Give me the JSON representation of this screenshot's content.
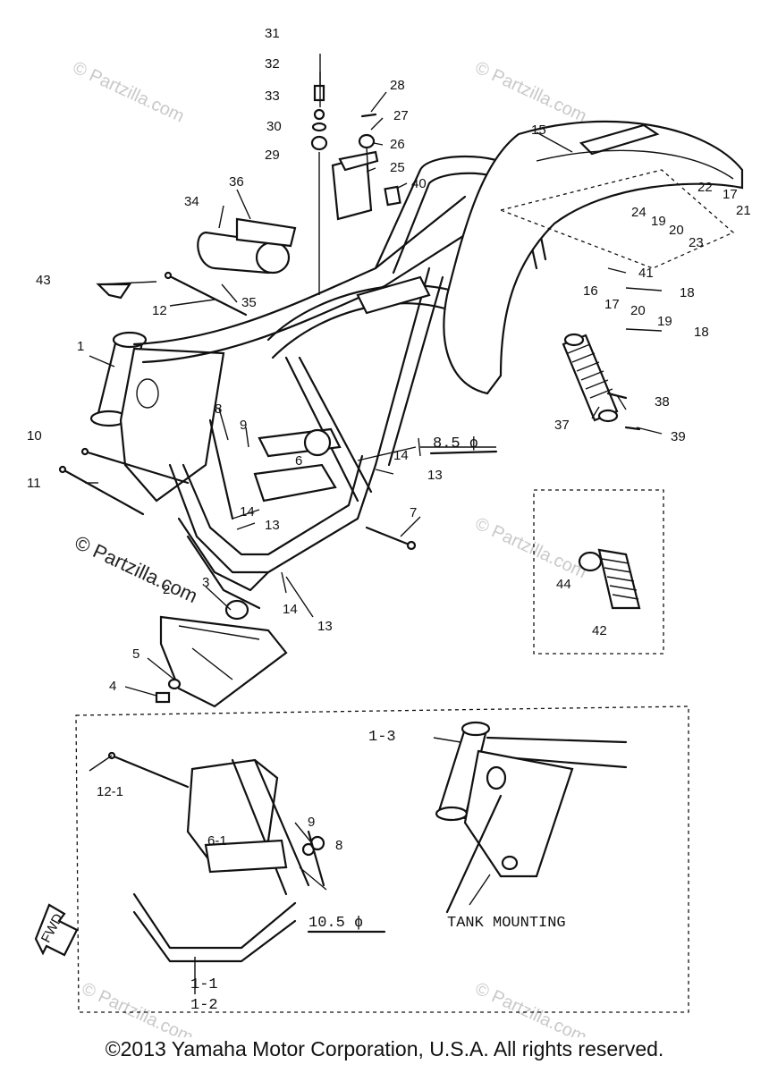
{
  "watermarks": [
    "© Partzilla.com",
    "© Partzilla.com",
    "© Partzilla.com",
    "© Partzilla.com",
    "© Partzilla.com"
  ],
  "watermark_main": "© Partzilla.com",
  "callouts": {
    "c1": "1",
    "c2": "2",
    "c3": "3",
    "c4": "4",
    "c5": "5",
    "c6": "6",
    "c7": "7",
    "c8": "8",
    "c9": "9",
    "c10": "10",
    "c11": "11",
    "c12": "12",
    "c13a": "13",
    "c13b": "13",
    "c13c": "13",
    "c14a": "14",
    "c14b": "14",
    "c14c": "14",
    "c15": "15",
    "c16": "16",
    "c17a": "17",
    "c17b": "17",
    "c18a": "18",
    "c18b": "18",
    "c19a": "19",
    "c19b": "19",
    "c20a": "20",
    "c20b": "20",
    "c21": "21",
    "c22": "22",
    "c23": "23",
    "c24": "24",
    "c25": "25",
    "c26": "26",
    "c27": "27",
    "c28": "28",
    "c29": "29",
    "c30": "30",
    "c31": "31",
    "c32": "32",
    "c33": "33",
    "c34": "34",
    "c35": "35",
    "c36": "36",
    "c37": "37",
    "c38": "38",
    "c39": "39",
    "c40": "40",
    "c41": "41",
    "c42": "42",
    "c43": "43",
    "c44": "44",
    "c12_1": "12-1",
    "c6_1": "6-1",
    "c8b": "8",
    "c9b": "9",
    "c1_1": "1-1",
    "c1_2": "1-2",
    "c1_3": "1-3"
  },
  "annotations": {
    "hole_top": "8.5 ϕ",
    "hole_bottom": "10.5 ϕ",
    "tank": "TANK MOUNTING",
    "fwd": "FWD"
  },
  "copyright": "©2013 Yamaha Motor Corporation, U.S.A. All rights reserved."
}
